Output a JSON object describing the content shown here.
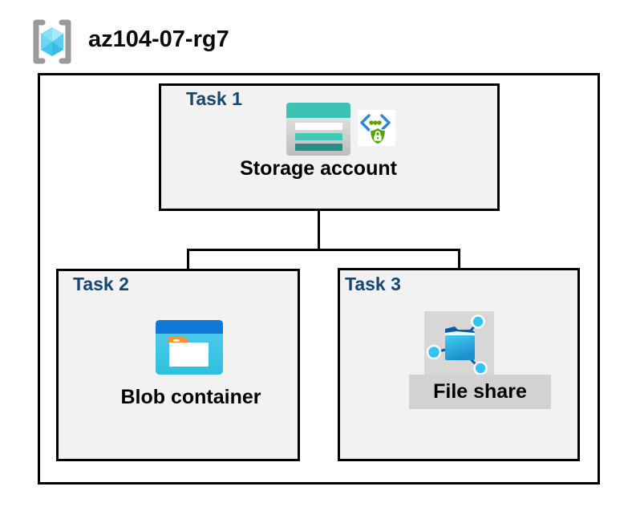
{
  "header": {
    "title": "az104-07-rg7",
    "icon": "resource-group-icon"
  },
  "colors": {
    "task_label": "#17466E",
    "task_box_fill": "#F2F2F2",
    "box_border": "#000000",
    "storage_teal": "#3BC2B2",
    "storage_teal_dark": "#268E84",
    "blob_blue_band": "#1079D6",
    "blob_body_cyan": "#3FC6E8",
    "folder_tab_orange": "#F0953A",
    "shield_green": "#57A300",
    "brackets_blue": "#2B8AD8",
    "file_share_gray_bg": "#D7D7D7",
    "file_share_label_bg": "#D2D2D2",
    "cube_cyan": "#5FD3F3",
    "bracket_gray": "#9A9A9A"
  },
  "tasks": [
    {
      "label": "Task 1",
      "item": "Storage account",
      "icons": [
        "storage-account-icon",
        "storage-access-keys-icon"
      ]
    },
    {
      "label": "Task 2",
      "item": "Blob container",
      "icons": [
        "blob-container-icon"
      ]
    },
    {
      "label": "Task 3",
      "item": "File share",
      "icons": [
        "file-share-icon"
      ]
    }
  ],
  "connections": [
    {
      "from": "Storage account",
      "to": "Blob container"
    },
    {
      "from": "Storage account",
      "to": "File share"
    }
  ]
}
